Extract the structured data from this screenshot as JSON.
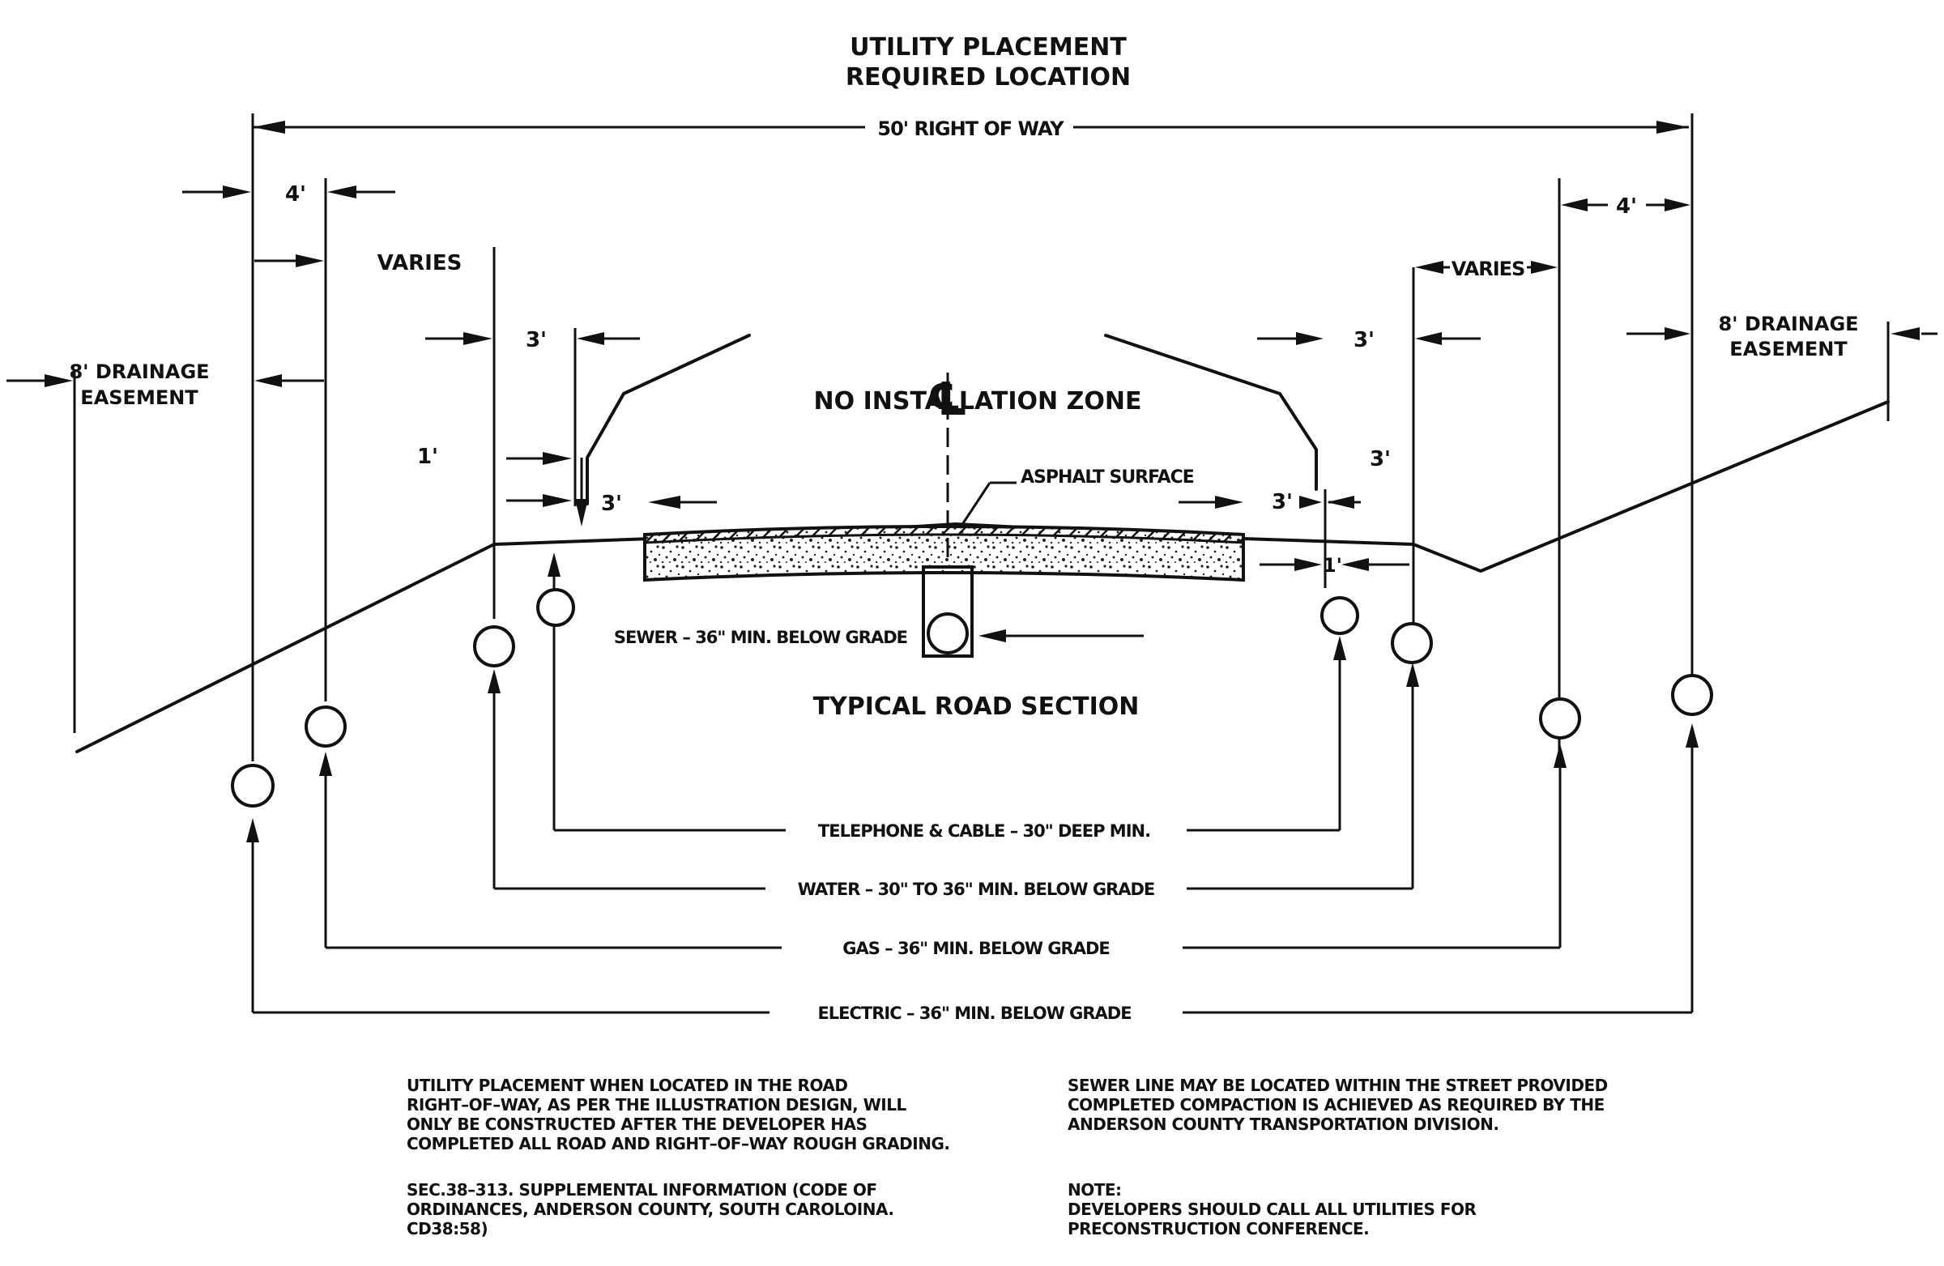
{
  "title": {
    "line1": "UTILITY PLACEMENT",
    "line2": "REQUIRED LOCATION"
  },
  "dimensions": {
    "right_of_way": "50' RIGHT OF WAY",
    "left_4ft": "4'",
    "right_4ft": "4'",
    "left_varies": "VARIES",
    "right_varies": "VARIES",
    "left_3ft_upper": "3'",
    "right_3ft_upper": "3'",
    "left_1ft": "1'",
    "right_3ft_mid": "3'",
    "left_3ft_lower": "3'",
    "right_3ft_lower": "3'",
    "right_1ft": "1'"
  },
  "easements": {
    "left_line1": "8' DRAINAGE",
    "left_line2": "EASEMENT",
    "right_line1": "8' DRAINAGE",
    "right_line2": "EASEMENT"
  },
  "zones": {
    "no_installation": "NO INSTALLATION ZONE",
    "centerline_symbol": "℄",
    "asphalt": "ASPHALT SURFACE",
    "typical_section": "TYPICAL ROAD SECTION"
  },
  "utilities": {
    "sewer": "SEWER – 36\" MIN. BELOW GRADE",
    "telephone": "TELEPHONE & CABLE – 30\" DEEP MIN.",
    "water": "WATER – 30\" TO 36\" MIN. BELOW GRADE",
    "gas": "GAS – 36\" MIN. BELOW GRADE",
    "electric": "ELECTRIC – 36\" MIN. BELOW GRADE"
  },
  "notes": {
    "left_para1": [
      "UTILITY PLACEMENT WHEN LOCATED IN THE ROAD",
      "RIGHT–OF–WAY, AS PER THE ILLUSTRATION DESIGN, WILL",
      "ONLY BE CONSTRUCTED AFTER THE DEVELOPER HAS",
      "COMPLETED ALL ROAD AND RIGHT–OF–WAY ROUGH GRADING."
    ],
    "left_para2": [
      "SEC.38–313. SUPPLEMENTAL INFORMATION (CODE OF",
      "ORDINANCES, ANDERSON COUNTY, SOUTH CAROLOINA.",
      "CD38:58)"
    ],
    "right_para1": [
      "SEWER LINE MAY BE LOCATED WITHIN THE STREET PROVIDED",
      "COMPLETED COMPACTION IS ACHIEVED AS REQUIRED BY THE",
      "ANDERSON COUNTY TRANSPORTATION DIVISION."
    ],
    "right_para2": [
      "NOTE:",
      "DEVELOPERS SHOULD CALL ALL UTILITIES FOR",
      "PRECONSTRUCTION CONFERENCE."
    ]
  }
}
